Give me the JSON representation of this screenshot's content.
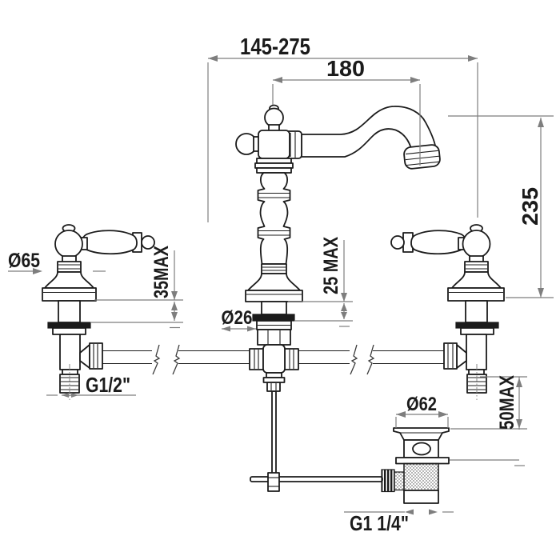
{
  "drawing": {
    "type": "faucet-technical-dimension-drawing",
    "labels": {
      "dim_width_range": "145-275",
      "dim_spout_reach": "180",
      "dim_height": "235",
      "dim_handle_flange": "Ø65",
      "dim_handle_clamp": "35MAX",
      "dim_body_clamp": "25 MAX",
      "dim_shank_diameter": "Ø26",
      "dim_inlet_thread": "G1/2\"",
      "dim_waste_flange": "Ø62",
      "dim_waste_clamp": "50MAX",
      "dim_waste_thread": "G1 1/4\""
    },
    "colors": {
      "background": "#ffffff",
      "outline": "#1b1b1b",
      "dimension": "#7e7e7e"
    }
  }
}
